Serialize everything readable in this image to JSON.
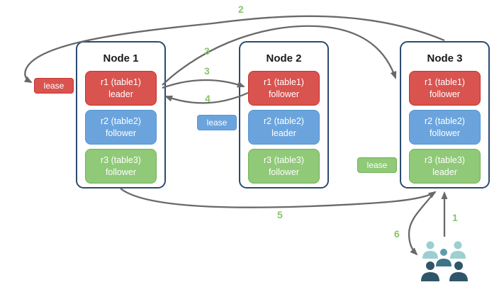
{
  "colors": {
    "node_border": "#2B4B6F",
    "red_fill": "#D9534F",
    "red_border": "#C9302C",
    "blue_fill": "#6BA4DD",
    "blue_border": "#5595D0",
    "green_fill": "#90C978",
    "green_border": "#6FB356",
    "arrow": "#696969",
    "step_number": "#89C46A",
    "title_text": "#1A1A1A",
    "user_light": "#9BCFD2",
    "user_medium": "#5D9DAB",
    "user_middark": "#3E7388",
    "user_dark": "#2E5668",
    "background": "#FFFFFF"
  },
  "nodes": [
    {
      "title": "Node 1",
      "replicas": [
        {
          "name": "r1 (table1)",
          "role": "leader",
          "color": "red"
        },
        {
          "name": "r2 (table2)",
          "role": "follower",
          "color": "blue"
        },
        {
          "name": "r3 (table3)",
          "role": "follower",
          "color": "green"
        }
      ]
    },
    {
      "title": "Node 2",
      "replicas": [
        {
          "name": "r1 (table1)",
          "role": "follower",
          "color": "red"
        },
        {
          "name": "r2 (table2)",
          "role": "leader",
          "color": "blue"
        },
        {
          "name": "r3 (table3)",
          "role": "follower",
          "color": "green"
        }
      ]
    },
    {
      "title": "Node 3",
      "replicas": [
        {
          "name": "r1 (table1)",
          "role": "follower",
          "color": "red"
        },
        {
          "name": "r2 (table2)",
          "role": "follower",
          "color": "blue"
        },
        {
          "name": "r3 (table3)",
          "role": "leader",
          "color": "green"
        }
      ]
    }
  ],
  "leases": [
    {
      "label": "lease",
      "color": "red"
    },
    {
      "label": "lease",
      "color": "blue"
    },
    {
      "label": "lease",
      "color": "green"
    }
  ],
  "step_labels": {
    "s1": "1",
    "s2": "2",
    "s3a": "3",
    "s3b": "3",
    "s4": "4",
    "s5": "5",
    "s6": "6"
  },
  "icons": {
    "users": "users-group-icon"
  }
}
